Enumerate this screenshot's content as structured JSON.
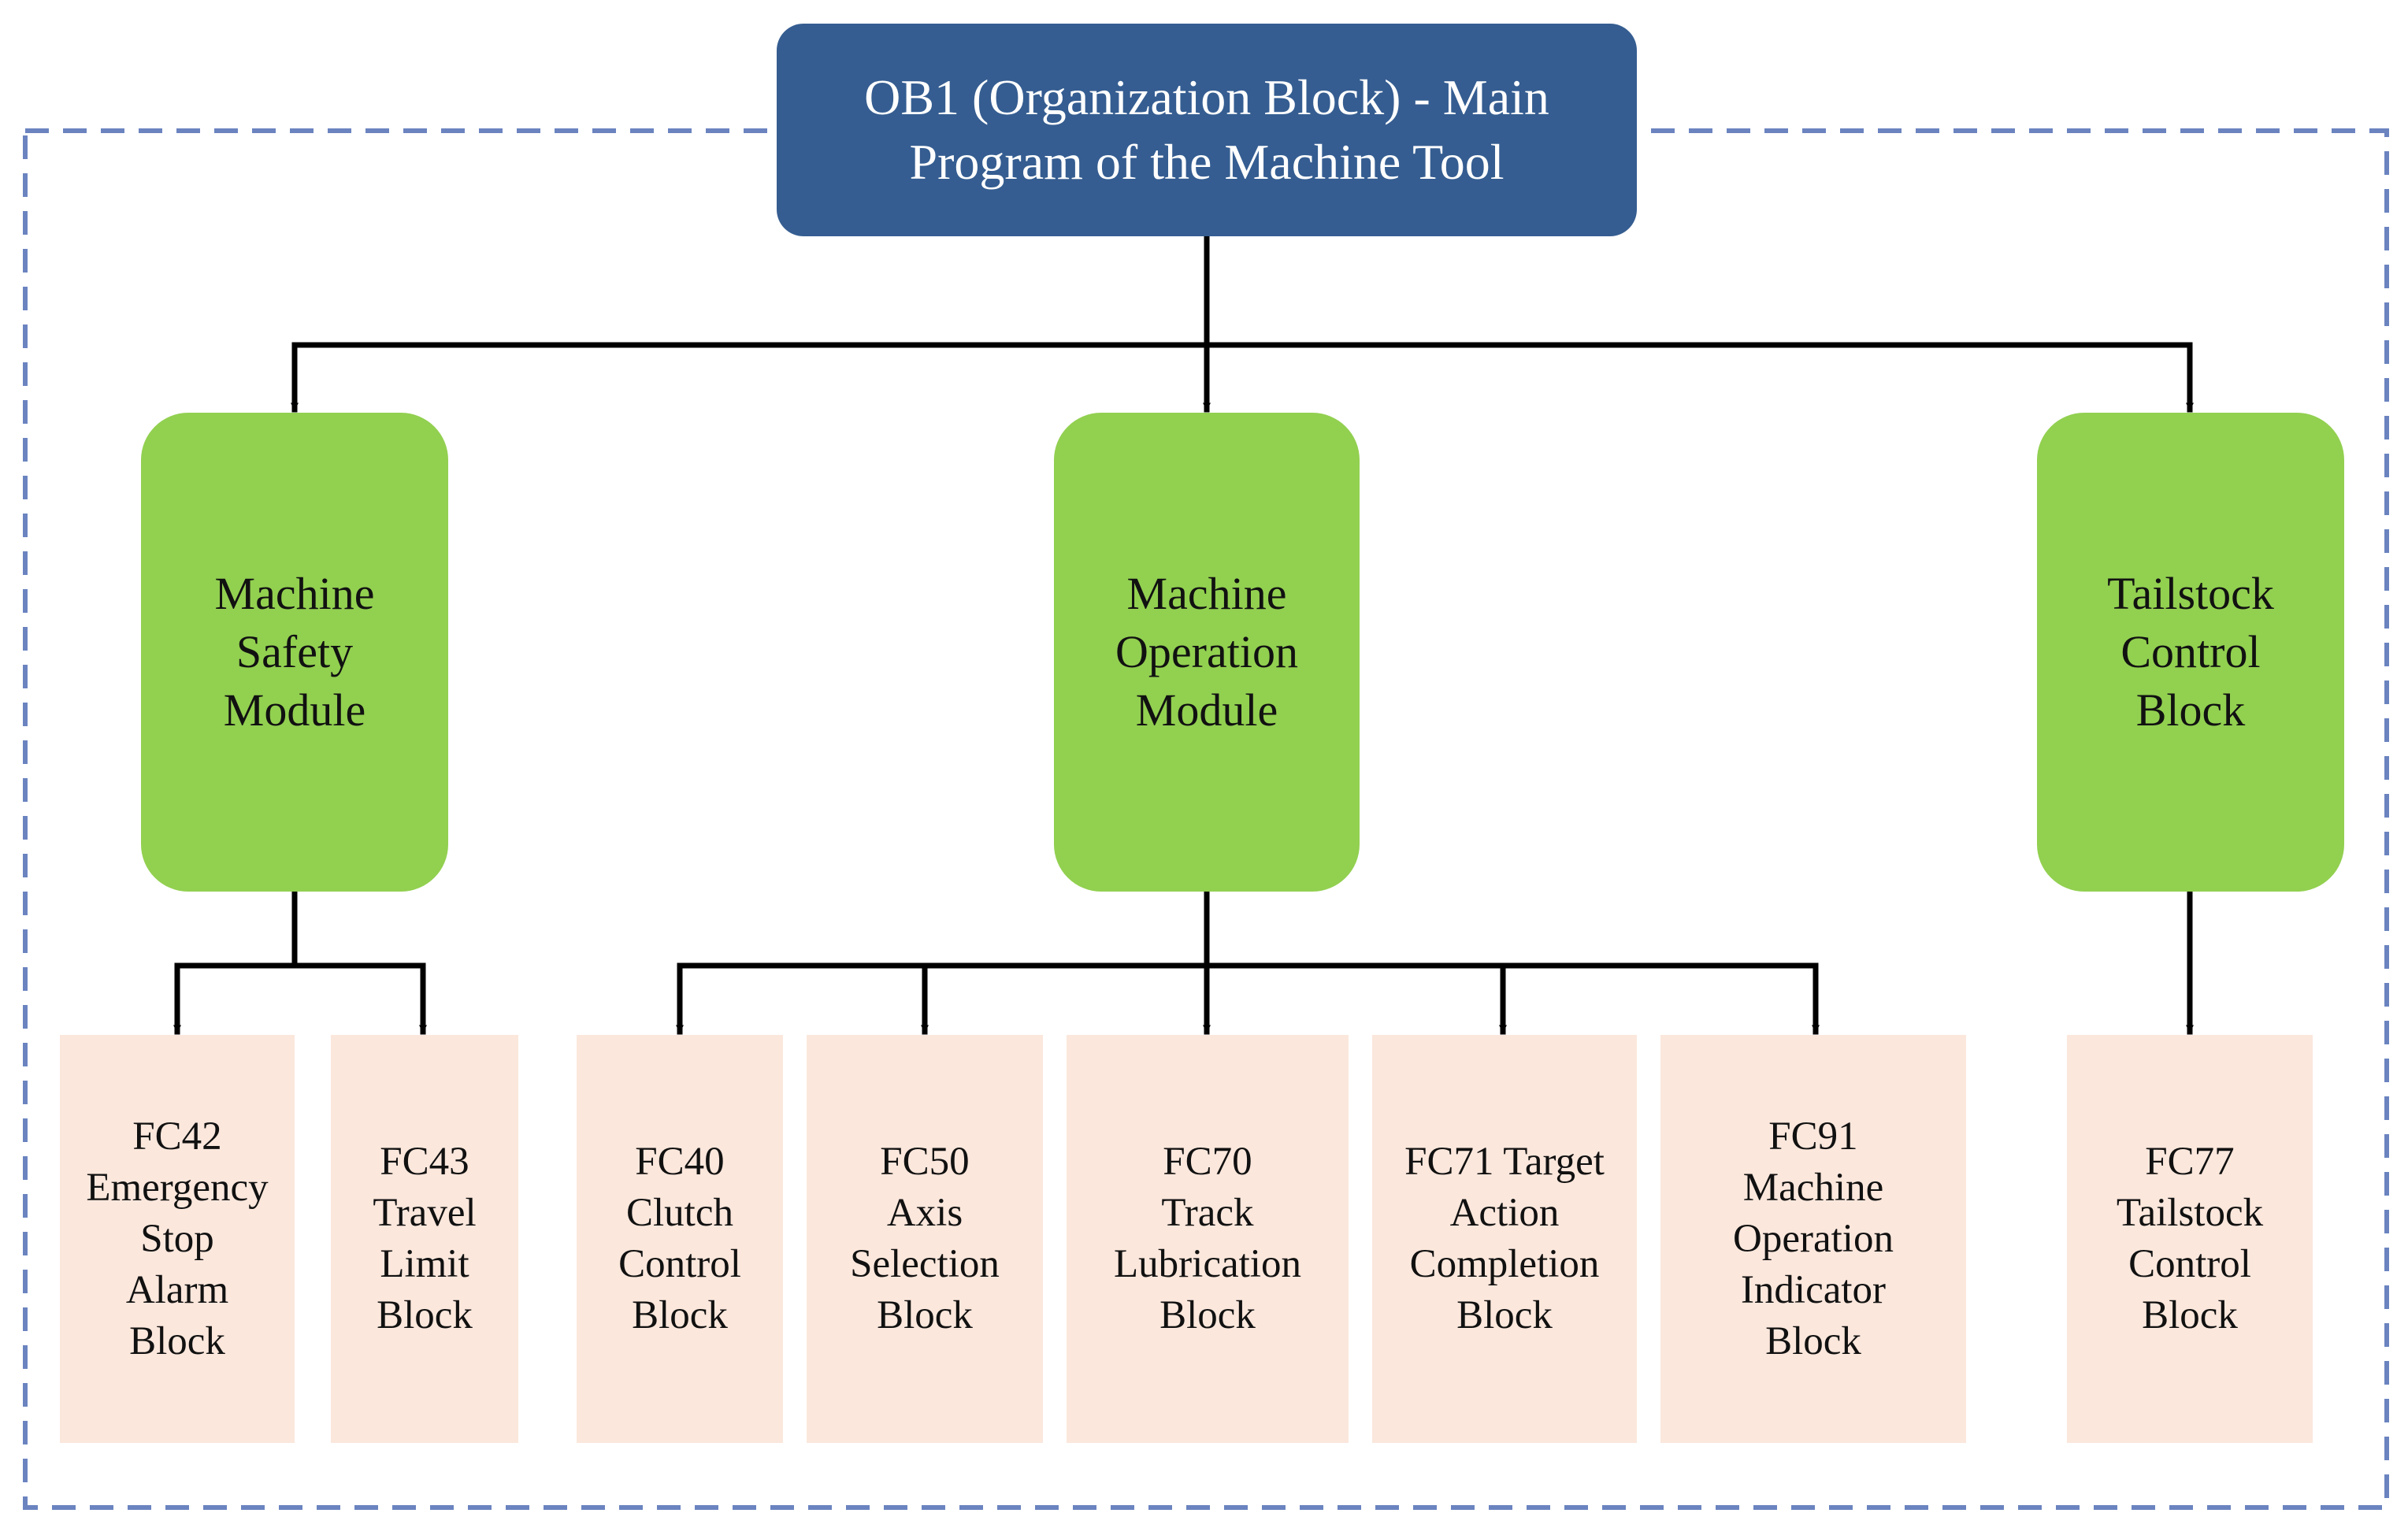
{
  "diagram": {
    "root": {
      "label": "OB1 (Organization Block) - Main\nProgram of the Machine Tool"
    },
    "modules": [
      {
        "label": "Machine\nSafety\nModule",
        "children": [
          {
            "label": "FC42\nEmergency\nStop\nAlarm\nBlock"
          },
          {
            "label": "FC43\nTravel\nLimit\nBlock"
          }
        ]
      },
      {
        "label": "Machine\nOperation\nModule",
        "children": [
          {
            "label": "FC40\nClutch\nControl\nBlock"
          },
          {
            "label": "FC50\nAxis\nSelection\nBlock"
          },
          {
            "label": "FC70\nTrack\nLubrication\nBlock"
          },
          {
            "label": "FC71 Target\nAction\nCompletion\nBlock"
          },
          {
            "label": "FC91\nMachine\nOperation\nIndicator\nBlock"
          }
        ]
      },
      {
        "label": "Tailstock\nControl\nBlock",
        "children": [
          {
            "label": "FC77\nTailstock\nControl\nBlock"
          }
        ]
      }
    ],
    "colors": {
      "root_fill": "#355d91",
      "module_fill": "#92d050",
      "leaf_fill": "#fbe7dc",
      "connector": "#000000",
      "boundary": "#6b84c0"
    }
  }
}
